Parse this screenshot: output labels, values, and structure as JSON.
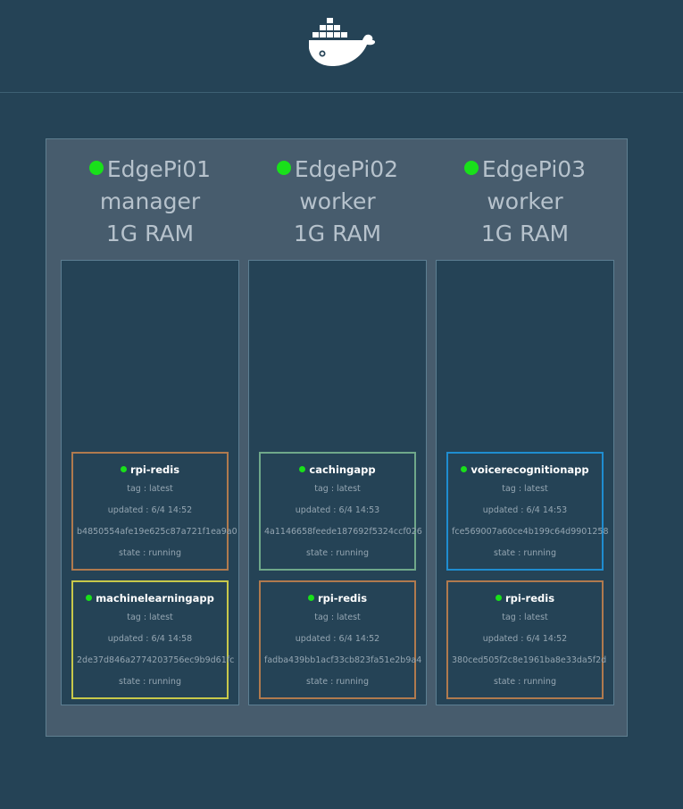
{
  "colors": {
    "background": "#254356",
    "swarm_panel": "#475c6d",
    "status_green": "#19e01a",
    "orange_border": "#b07a4e",
    "green_border": "#6fa88a",
    "yellow_border": "#c8c84a",
    "blue_border": "#1f8dd0"
  },
  "header": {
    "logo": "docker-whale-icon"
  },
  "nodes": [
    {
      "name": "EdgePi01",
      "role": "manager",
      "ram": "1G RAM",
      "services": [
        {
          "name": "rpi-redis",
          "tag": "tag : latest",
          "updated": "updated : 6/4 14:52",
          "id": "b4850554afe19e625c87a721f1ea9a0",
          "state": "state : running",
          "color": "orange"
        },
        {
          "name": "machinelearningapp",
          "tag": "tag : latest",
          "updated": "updated : 6/4 14:58",
          "id": "2de37d846a2774203756ec9b9d61fc",
          "state": "state : running",
          "color": "yellow"
        }
      ]
    },
    {
      "name": "EdgePi02",
      "role": "worker",
      "ram": "1G RAM",
      "services": [
        {
          "name": "cachingapp",
          "tag": "tag : latest",
          "updated": "updated : 6/4 14:53",
          "id": "4a1146658feede187692f5324ccf026",
          "state": "state : running",
          "color": "green"
        },
        {
          "name": "rpi-redis",
          "tag": "tag : latest",
          "updated": "updated : 6/4 14:52",
          "id": "fadba439bb1acf33cb823fa51e2b9a4",
          "state": "state : running",
          "color": "orange"
        }
      ]
    },
    {
      "name": "EdgePi03",
      "role": "worker",
      "ram": "1G RAM",
      "services": [
        {
          "name": "voicerecognitionapp",
          "tag": "tag : latest",
          "updated": "updated : 6/4 14:53",
          "id": "fce569007a60ce4b199c64d9901258",
          "state": "state : running",
          "color": "blue"
        },
        {
          "name": "rpi-redis",
          "tag": "tag : latest",
          "updated": "updated : 6/4 14:52",
          "id": "380ced505f2c8e1961ba8e33da5f2d",
          "state": "state : running",
          "color": "orange"
        }
      ]
    }
  ]
}
